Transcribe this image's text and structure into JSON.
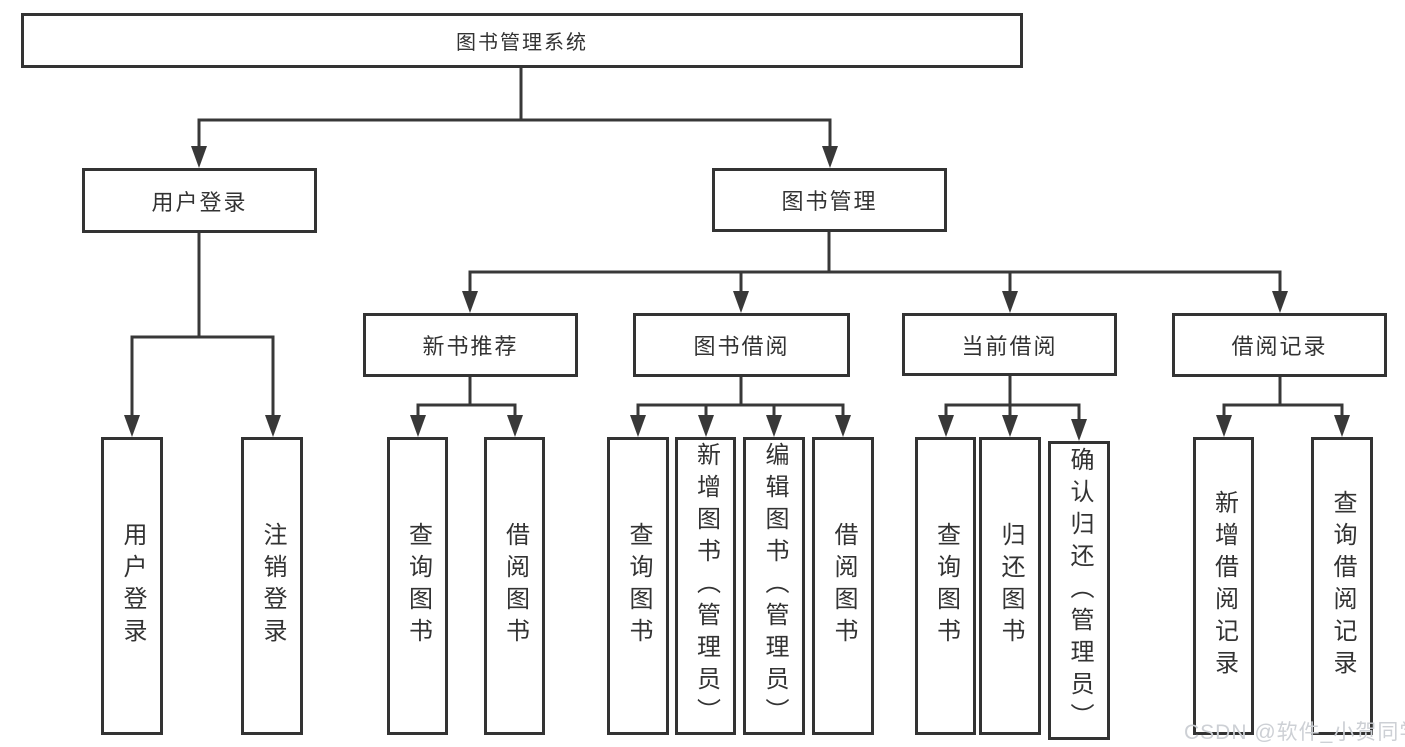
{
  "colors": {
    "background": "#ffffff",
    "line": "#383838",
    "box_border": "#333333",
    "text": "#333333",
    "watermark": "#cdd0d5"
  },
  "watermark": "CSDN @软件_小贺同学",
  "tree": {
    "root": {
      "label": "图书管理系统"
    },
    "branches": [
      {
        "label": "用户登录",
        "children": [
          {
            "label": "用户登录"
          },
          {
            "label": "注销登录"
          }
        ]
      },
      {
        "label": "图书管理",
        "children": [
          {
            "label": "新书推荐",
            "children": [
              {
                "label": "查询图书"
              },
              {
                "label": "借阅图书"
              }
            ]
          },
          {
            "label": "图书借阅",
            "children": [
              {
                "label": "查询图书"
              },
              {
                "label": "新增图书（管理员）"
              },
              {
                "label": "编辑图书（管理员）"
              },
              {
                "label": "借阅图书"
              }
            ]
          },
          {
            "label": "当前借阅",
            "children": [
              {
                "label": "查询图书"
              },
              {
                "label": "归还图书"
              },
              {
                "label": "确认归还（管理员）"
              }
            ]
          },
          {
            "label": "借阅记录",
            "children": [
              {
                "label": "新增借阅记录"
              },
              {
                "label": "查询借阅记录"
              }
            ]
          }
        ]
      }
    ]
  }
}
